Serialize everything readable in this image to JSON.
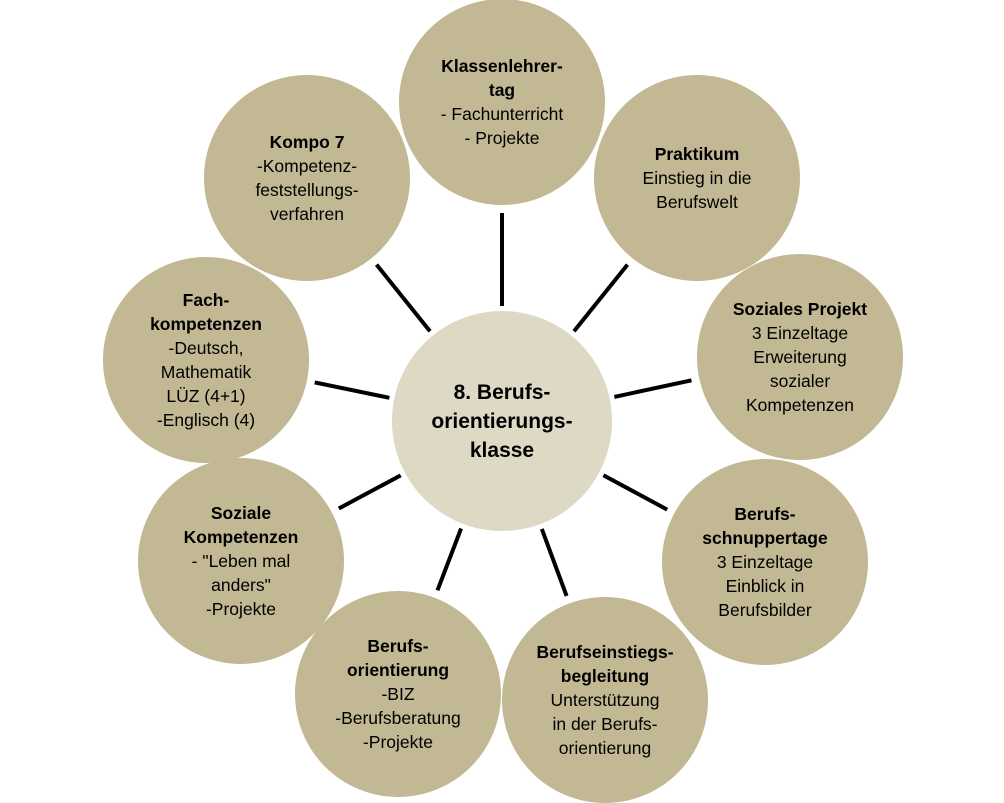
{
  "colors": {
    "outer_fill": "#c2b893",
    "center_fill": "#ddd9c4",
    "connector": "#000000",
    "text": "#000000"
  },
  "center": {
    "title": "8. Berufs-\norientierungs-\nklasse"
  },
  "nodes": [
    {
      "id": "klassenlehrertag",
      "title": "Klassenlehrer-\ntag",
      "desc": "- Fachunterricht\n- Projekte"
    },
    {
      "id": "praktikum",
      "title": "Praktikum",
      "desc": "Einstieg in die\nBerufswelt"
    },
    {
      "id": "soziales-projekt",
      "title": "Soziales Projekt",
      "desc": "3 Einzeltage\nErweiterung\nsozialer\nKompetenzen"
    },
    {
      "id": "berufsschnuppertage",
      "title": "Berufs-\nschnuppertage",
      "desc": "3 Einzeltage\nEinblick in\nBerufsbilder"
    },
    {
      "id": "berufseinstiegsbegleitung",
      "title": "Berufseinstiegs-\nbegleitung",
      "desc": "Unterstützung\nin der Berufs-\norientierung"
    },
    {
      "id": "berufsorientierung",
      "title": "Berufs-\norientierung",
      "desc": "-BIZ\n-Berufsberatung\n-Projekte"
    },
    {
      "id": "soziale-kompetenzen",
      "title": "Soziale\nKompetenzen",
      "desc": "- \"Leben mal\nanders\"\n-Projekte"
    },
    {
      "id": "fachkompetenzen",
      "title": "Fach-\nkompetenzen",
      "desc": "-Deutsch,\nMathematik\nLÜZ (4+1)\n-Englisch (4)"
    },
    {
      "id": "kompo7",
      "title": "Kompo 7",
      "desc": "-Kompetenz-\nfeststellungs-\nverfahren"
    }
  ]
}
